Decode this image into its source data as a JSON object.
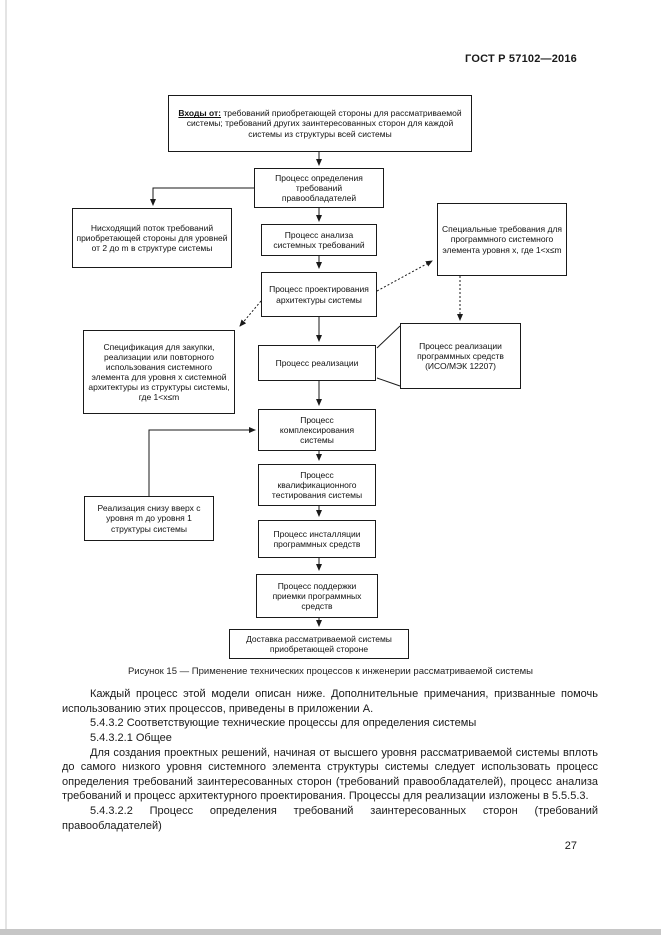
{
  "page": {
    "header": "ГОСТ Р 57102—2016",
    "number": "27"
  },
  "figure": {
    "caption": "Рисунок 15 — Применение технических процессов к инженерии рассматриваемой системы",
    "boxes": {
      "inputs_label": "Входы от:",
      "inputs_text": " требований приобретающей стороны для рассматриваемой системы; требований других заинтересованных сторон для каждой системы из структуры всей системы",
      "stakeholder": "Процесс определения требований правообладателей",
      "analysis": "Процесс анализа системных требований",
      "downflow": "Нисходящий поток требований приобретающей стороны для уровней от 2 до m в структуре системы",
      "special": "Специальные требования для программного системного элемента уровня x, где 1<x≤m",
      "architecture": "Процесс проектирования архитектуры системы",
      "spec": "Спецификация для закупки, реализации или повторного использования системного элемента для уровня x системной архитектуры из структуры системы, где 1<x≤m",
      "implementation": "Процесс реализации",
      "sw_implementation": "Процесс реализации программных средств (ИСО/МЭК 12207)",
      "integration": "Процесс комплексирования системы",
      "testing": "Процесс квалификационного тестирования системы",
      "bottom_up": "Реализация снизу вверх с уровня m до уровня 1 структуры системы",
      "installation": "Процесс инсталляции программных средств",
      "acceptance": "Процесс поддержки приемки программных средств",
      "delivery": "Доставка рассматриваемой системы приобретающей стороне"
    }
  },
  "body": {
    "paragraphs": [
      "Каждый процесс этой модели описан ниже. Дополнительные примечания, призванные помочь использованию этих процессов, приведены в приложении А.",
      "5.4.3.2 Соответствующие технические процессы для определения системы",
      "5.4.3.2.1 Общее",
      "Для создания проектных решений, начиная от высшего уровня рассматриваемой системы вплоть до самого низкого уровня системного элемента структуры системы следует использовать процесс определения требований заинтересованных сторон (требований правообладателей), процесс анализа требований и процесс архитектурного проектирования. Процессы для реализации изложены в 5.5.5.3.",
      "5.4.3.2.2 Процесс определения требований заинтересованных сторон (требований правообладателей)"
    ]
  }
}
